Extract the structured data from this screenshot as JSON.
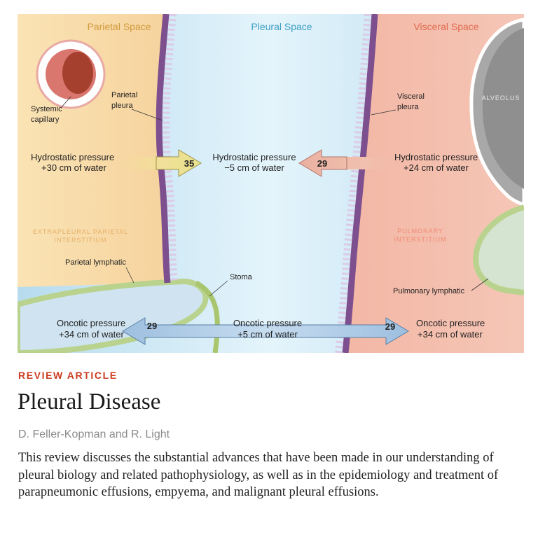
{
  "figure": {
    "regions": {
      "parietal_space": "Parietal Space",
      "pleural_space": "Pleural Space",
      "visceral_space": "Visceral Space",
      "alveolus": "ALVEOLUS",
      "extrapleural_line1": "EXTRAPLEURAL PARIETAL",
      "extrapleural_line2": "INTERSTITIUM",
      "pulmonary_line1": "PULMONARY",
      "pulmonary_line2": "INTERSTITIUM"
    },
    "labels": {
      "systemic_line1": "Systemic",
      "systemic_line2": "capillary",
      "parietal_pleura_line1": "Parietal",
      "parietal_pleura_line2": "pleura",
      "visceral_pleura_line1": "Visceral",
      "visceral_pleura_line2": "pleura",
      "parietal_lymphatic": "Parietal lymphatic",
      "stoma": "Stoma",
      "pulmonary_lymphatic": "Pulmonary lymphatic"
    },
    "pressures": {
      "hydro_left_line1": "Hydrostatic pressure",
      "hydro_left_line2": "+30 cm of water",
      "hydro_center_line1": "Hydrostatic pressure",
      "hydro_center_line2": "−5 cm of water",
      "hydro_right_line1": "Hydrostatic pressure",
      "hydro_right_line2": "+24 cm of water",
      "onco_left_line1": "Oncotic pressure",
      "onco_left_line2": "+34 cm of water",
      "onco_center_line1": "Oncotic pressure",
      "onco_center_line2": "+5 cm of water",
      "onco_right_line1": "Oncotic pressure",
      "onco_right_line2": "+34 cm of water"
    },
    "arrows": {
      "hydro_left": "35",
      "hydro_right": "29",
      "onco_left": "29",
      "onco_right": "29"
    },
    "colors": {
      "parietal_bg": "#f8dba8",
      "pleural_bg": "#d3ecf6",
      "visceral_bg": "#f2b3a4",
      "membrane": "#7e4f8e",
      "hydro_arrow_left": "#eedd86",
      "hydro_arrow_right": "#efb7a2",
      "onco_arrow": "#a9c7e4"
    }
  },
  "article": {
    "section_label": "REVIEW ARTICLE",
    "title": "Pleural Disease",
    "authors": "D. Feller-Kopman and R. Light",
    "abstract": "This review discusses the substantial advances that have been made in our understanding of pleural biology and related pathophysiology, as well as in the epidemiology and treatment of parapneumonic effusions, empyema, and malignant pleural effusions."
  }
}
